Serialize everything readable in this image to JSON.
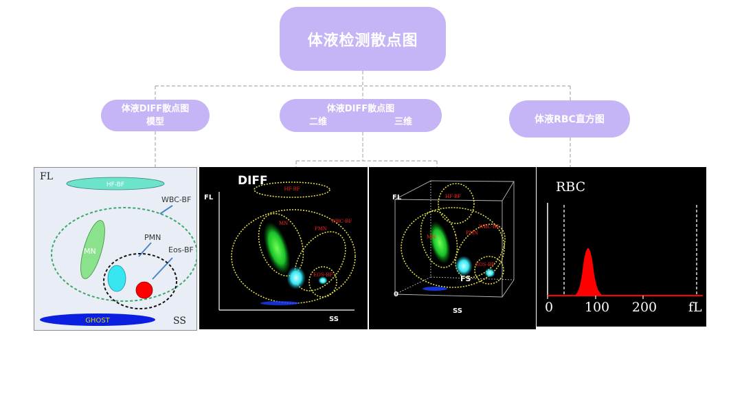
{
  "title": "体液检测散点图",
  "branches": {
    "model": {
      "line1": "体液DIFF散点图",
      "line2": "模型"
    },
    "diff": {
      "line1": "体液DIFF散点图",
      "left": "二维",
      "right": "三维"
    },
    "rbc": {
      "label": "体液RBC直方图"
    }
  },
  "model_panel": {
    "fl": "FL",
    "ss": "SS",
    "hf_bf": "HF-BF",
    "wbc_bf": "WBC-BF",
    "pmn": "PMN",
    "eos_bf": "Eos-BF",
    "mn": "MN",
    "ghost": "GHOST"
  },
  "diff2d_panel": {
    "title": "DIFF",
    "fl": "FL",
    "ss": "SS",
    "hf_bf": "HF-BF",
    "wbc_bf": "WBC-BF",
    "mn": "MN",
    "pmn": "PMN",
    "eos_bf": "EOS-BF"
  },
  "diff3d_panel": {
    "fl": "FL",
    "ss": "SS",
    "fs": "FS",
    "zero": "0",
    "hf_bf": "HF-BF",
    "wbc_bf": "WBC-BF",
    "mn": "MN",
    "pmn": "PMN",
    "eos_bf": "EOS-BF"
  },
  "rbc_panel": {
    "title": "RBC",
    "x_label": "fL",
    "ticks": [
      "0",
      "100",
      "200"
    ]
  },
  "colors": {
    "node_fill": "#c5b5f6",
    "connector": "#aaaaaa",
    "mn_green": "#77e07a",
    "pmn_cyan": "#33e6f2",
    "eos_red": "#ff0000",
    "ghost_blue": "#0a1fe0",
    "hf_teal": "#58e0c8",
    "gate_yellow": "#e6e14a",
    "label_red": "#ff2020"
  }
}
